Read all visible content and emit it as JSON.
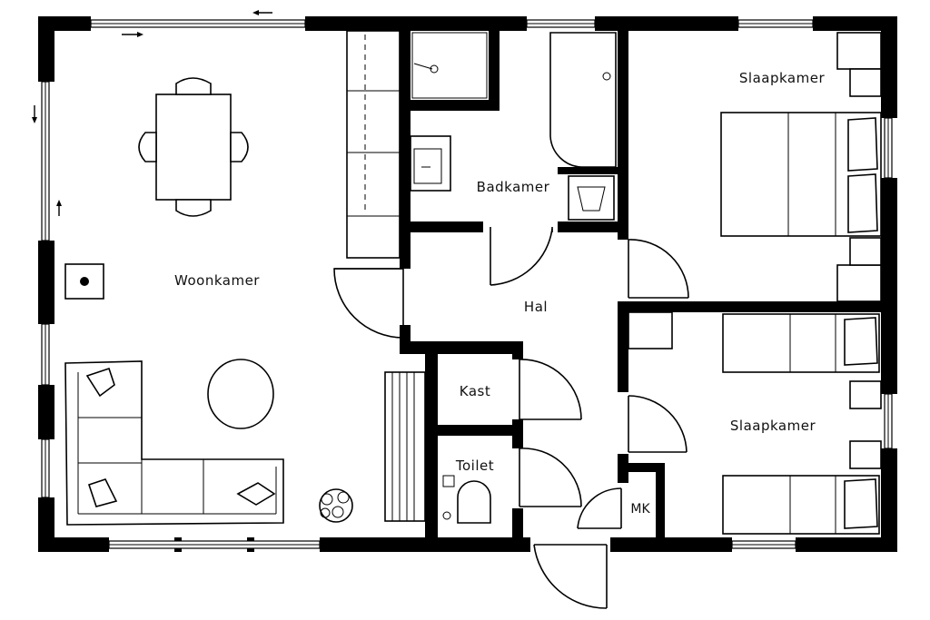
{
  "rooms": {
    "woonkamer": "Woonkamer",
    "badkamer": "Badkamer",
    "slaapkamer_1": "Slaapkamer",
    "slaapkamer_2": "Slaapkamer",
    "hal": "Hal",
    "kast": "Kast",
    "toilet": "Toilet",
    "mk": "MK"
  },
  "colors": {
    "wall": "#000000",
    "background": "#ffffff"
  },
  "icons": [
    "arrow-left-icon",
    "arrow-right-icon",
    "arrow-down-icon",
    "arrow-up-icon",
    "plant-icon",
    "stove-icon"
  ]
}
